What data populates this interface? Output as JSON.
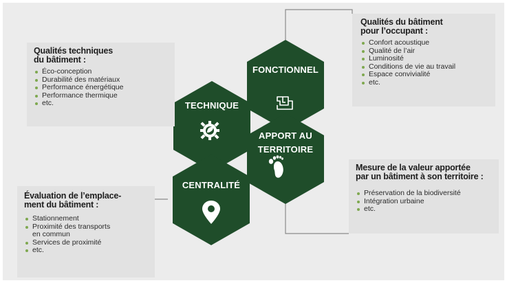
{
  "colors": {
    "hex_fill": "#1f4d2a",
    "bullet": "#7ea84f",
    "connector": "#8a8a8a"
  },
  "hexagons": {
    "technique": {
      "label": "TECHNIQUE",
      "icon": "gear-leaf-icon"
    },
    "fonctionnel": {
      "label": "FONCTIONNEL",
      "icon": "floorplan-icon"
    },
    "apport": {
      "label_line1": "APPORT AU",
      "label_line2": "TERRITOIRE",
      "icon": "footprint-icon"
    },
    "centralite": {
      "label": "CENTRALITÉ",
      "icon": "location-pin-icon"
    }
  },
  "cards": {
    "technique": {
      "title_line1": "Qualités techniques",
      "title_line2": "du bâtiment :",
      "items": [
        "Éco-conception",
        "Durabilité des matériaux",
        "Performance énergétique",
        "Performance thermique",
        "etc."
      ]
    },
    "occupant": {
      "title_line1": "Qualités du bâtiment",
      "title_line2": "pour l’occupant :",
      "items": [
        "Confort acoustique",
        "Qualité de l’air",
        "Luminosité",
        "Conditions de vie au travail",
        "Espace convivialité",
        "etc."
      ]
    },
    "territoire": {
      "title_line1": "Mesure de la valeur apportée",
      "title_line2": "par un bâtiment à son territoire :",
      "items": [
        "Préservation de la biodiversité",
        "Intégration urbaine",
        "etc."
      ]
    },
    "emplacement": {
      "title_line1": "Évaluation de l’emplace-",
      "title_line2": "ment du bâtiment :",
      "items": [
        "Stationnement",
        "Proximité des transports",
        "en commun",
        "Services de proximité",
        "etc."
      ]
    }
  }
}
